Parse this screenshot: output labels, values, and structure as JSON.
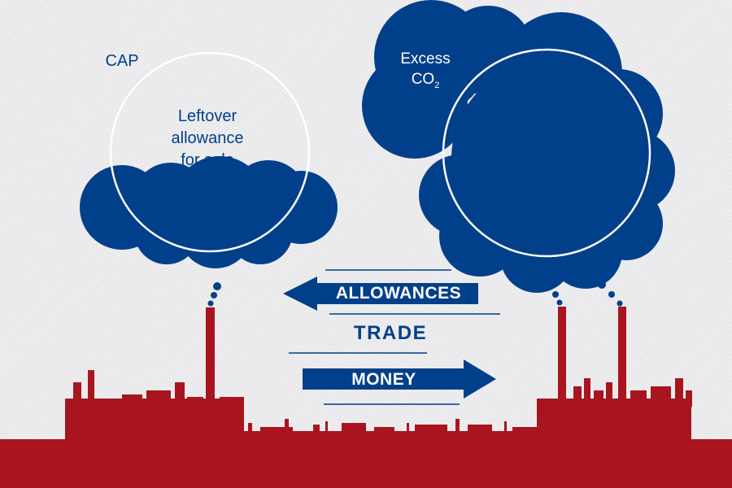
{
  "labels": {
    "cap": "CAP",
    "leftover_line1": "Leftover",
    "leftover_line2": "allowance",
    "leftover_line3": "for sale",
    "excess_line1": "Excess",
    "excess_co": "CO",
    "excess_sub": "2",
    "allowances": "ALLOWANCES",
    "trade": "TRADE",
    "money": "MONEY"
  },
  "colors": {
    "cloud": "#003f8a",
    "factory": "#a8151f",
    "background": "#e9e9eb",
    "cap_ring": "#ffffff"
  }
}
